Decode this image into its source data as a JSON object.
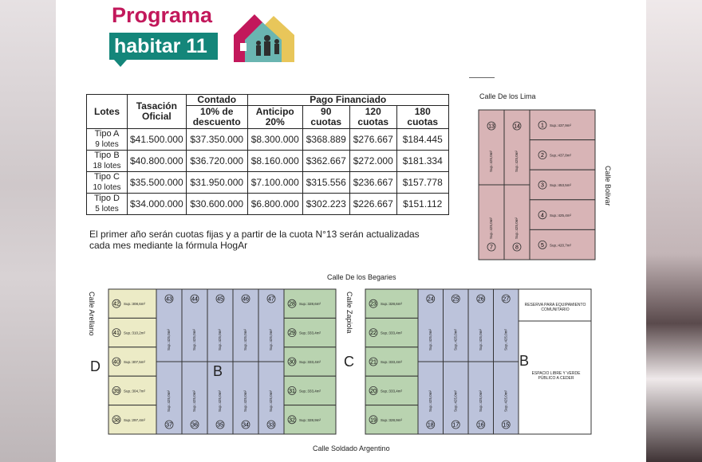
{
  "logo": {
    "title": "Programa",
    "tag": "habitar 11"
  },
  "table": {
    "headers": {
      "lotes": "Lotes",
      "tasacion": "Tasación Oficial",
      "contado": "Contado",
      "descuento": "10% de descuento",
      "financiado": "Pago Financiado",
      "anticipo": "Anticipo 20%",
      "c90": "90 cuotas",
      "c120": "120 cuotas",
      "c180": "180 cuotas"
    },
    "rows": [
      {
        "tipo": "Tipo A",
        "lotes": "9 lotes",
        "tasacion": "$41.500.000",
        "descuento": "$37.350.000",
        "anticipo": "$8.300.000",
        "c90": "$368.889",
        "c120": "$276.667",
        "c180": "$184.445"
      },
      {
        "tipo": "Tipo B",
        "lotes": "18 lotes",
        "tasacion": "$40.800.000",
        "descuento": "$36.720.000",
        "anticipo": "$8.160.000",
        "c90": "$362.667",
        "c120": "$272.000",
        "c180": "$181.334"
      },
      {
        "tipo": "Tipo C",
        "lotes": "10 lotes",
        "tasacion": "$35.500.000",
        "descuento": "$31.950.000",
        "anticipo": "$7.100.000",
        "c90": "$315.556",
        "c120": "$236.667",
        "c180": "$157.778"
      },
      {
        "tipo": "Tipo D",
        "lotes": "5 lotes",
        "tasacion": "$34.000.000",
        "descuento": "$30.600.000",
        "anticipo": "$6.800.000",
        "c90": "$302.223",
        "c120": "$226.667",
        "c180": "$151.112"
      }
    ]
  },
  "note": "El primer año serán cuotas fijas y a partir de la cuota N°13 serán actualizadas cada mes mediante la fórmula HogAr",
  "streets": {
    "lima": "Calle De los Lima",
    "bolivar": "Calle Bolivar",
    "begaries": "Calle De los Begaries",
    "arellano": "Calle Arellano",
    "zapiola": "Calle Zapiola",
    "soldado": "Calle Soldado Argentino"
  },
  "block_labels": {
    "d": "D",
    "b1": "B",
    "c": "C",
    "b2": "B"
  },
  "reserva": "RESERVA PARA EQUIPAMIENTO COMUNITARIO",
  "espacio": "ESPACIO LIBRE Y VERDE PÚBLICO A CEDER",
  "colors": {
    "pink": "#d8b4b6",
    "blue": "#bcc3db",
    "green": "#b9d3b0",
    "yellow": "#ecebc6",
    "teal": "#14867a",
    "magenta": "#c2185b"
  },
  "plots": {
    "top": [
      {
        "n": "13",
        "sup": "Sup.:425,0m²"
      },
      {
        "n": "14",
        "sup": "Sup.:425,0m²"
      },
      {
        "n": "7",
        "sup": "Sup.:425,0m²"
      },
      {
        "n": "8",
        "sup": "Sup.:425,0m²"
      },
      {
        "n": "1",
        "sup": "Sup.:437,9m²"
      },
      {
        "n": "2",
        "sup": "Sup.:437,8m²"
      },
      {
        "n": "3",
        "sup": "Sup.:453,5m²"
      },
      {
        "n": "4",
        "sup": "Sup.:425,4m²"
      },
      {
        "n": "5",
        "sup": "Sup.:420,7m²"
      }
    ],
    "d": [
      {
        "n": "42",
        "sup": "Sup.:308,6m²"
      },
      {
        "n": "41",
        "sup": "Sup.:310,2m²"
      },
      {
        "n": "40",
        "sup": "Sup.:307,5m²"
      },
      {
        "n": "39",
        "sup": "Sup.:304,7m²"
      },
      {
        "n": "38",
        "sup": "Sup.:297,4m²"
      }
    ],
    "b1_top": [
      {
        "n": "43",
        "sup": "Sup.:425,0m²"
      },
      {
        "n": "44",
        "sup": "Sup.:425,0m²"
      },
      {
        "n": "45",
        "sup": "Sup.:425,0m²"
      },
      {
        "n": "46",
        "sup": "Sup.:425,0m²"
      },
      {
        "n": "47",
        "sup": "Sup.:425,0m²"
      }
    ],
    "b1_bot": [
      {
        "n": "37",
        "sup": "Sup.:425,0m²"
      },
      {
        "n": "36",
        "sup": "Sup.:425,0m²"
      },
      {
        "n": "35",
        "sup": "Sup.:425,0m²"
      },
      {
        "n": "34",
        "sup": "Sup.:425,0m²"
      },
      {
        "n": "33",
        "sup": "Sup.:425,0m²"
      }
    ],
    "green1": [
      {
        "n": "28",
        "sup": "Sup.:328,6m²"
      },
      {
        "n": "29",
        "sup": "Sup.:333,4m²"
      },
      {
        "n": "30",
        "sup": "Sup.:333,4m²"
      },
      {
        "n": "31",
        "sup": "Sup.:333,4m²"
      },
      {
        "n": "32",
        "sup": "Sup.:328,9m²"
      }
    ],
    "green2": [
      {
        "n": "23",
        "sup": "Sup.:328,6m²"
      },
      {
        "n": "22",
        "sup": "Sup.:333,4m²"
      },
      {
        "n": "21",
        "sup": "Sup.:333,4m²"
      },
      {
        "n": "20",
        "sup": "Sup.:333,4m²"
      },
      {
        "n": "19",
        "sup": "Sup.:328,9m²"
      }
    ],
    "b2_top": [
      {
        "n": "24",
        "sup": "Sup.:425,0m²"
      },
      {
        "n": "25",
        "sup": "Sup.:425,0m²"
      },
      {
        "n": "26",
        "sup": "Sup.:425,0m²"
      },
      {
        "n": "27",
        "sup": "Sup.:425,0m²"
      }
    ],
    "b2_bot": [
      {
        "n": "18",
        "sup": "Sup.:425,0m²"
      },
      {
        "n": "17",
        "sup": "Sup.:425,0m²"
      },
      {
        "n": "16",
        "sup": "Sup.:425,0m²"
      },
      {
        "n": "15",
        "sup": "Sup.:425,0m²"
      }
    ]
  }
}
